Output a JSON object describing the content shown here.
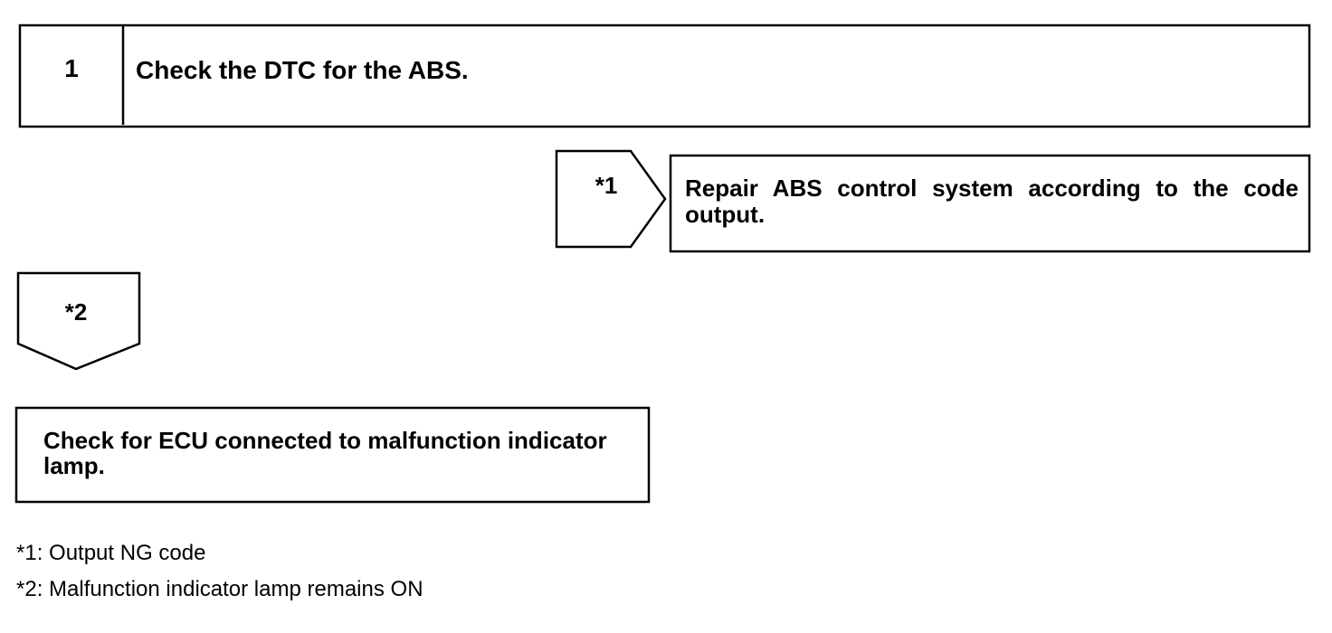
{
  "step": {
    "number": "1",
    "title": "Check the DTC for the ABS."
  },
  "branch_ng": {
    "label": "*1",
    "action": "Repair ABS control system according to the code output."
  },
  "branch_on": {
    "label": "*2",
    "action": "Check for ECU connected to malfunction indicator lamp."
  },
  "legend": [
    "*1: Output NG code",
    "*2: Malfunction indicator lamp remains ON"
  ]
}
